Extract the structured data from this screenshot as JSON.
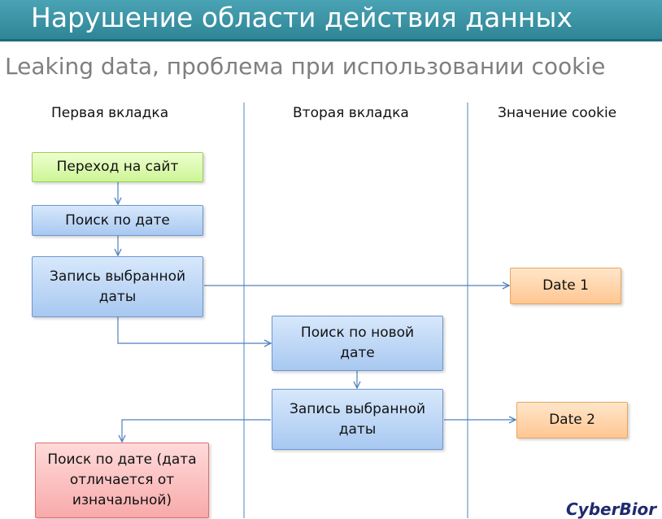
{
  "header": {
    "title": "Нарушение области действия данных"
  },
  "subtitle": "Leaking data, проблема при использовании cookie",
  "columns": {
    "first": "Первая вкладка",
    "second": "Вторая вкладка",
    "cookie": "Значение cookie"
  },
  "nodes": {
    "visit_site": "Переход на сайт",
    "search_by_date": "Поиск по дате",
    "save_selected_date_1": "Запись выбранной даты",
    "search_new_date": "Поиск по новой дате",
    "save_selected_date_2": "Запись выбранной даты",
    "search_by_date_result": "Поиск по дате (дата отличается от изначальной)",
    "date1": "Date 1",
    "date2": "Date 2"
  },
  "colors": {
    "header": "#2e8596",
    "green_node": "#cdf596",
    "blue_node": "#a8c8f1",
    "orange_node": "#ffc692",
    "red_node": "#f8aaaa",
    "connector": "#4f81bd",
    "divider": "#6c96cf"
  },
  "logo": {
    "text": "CyberBior"
  }
}
